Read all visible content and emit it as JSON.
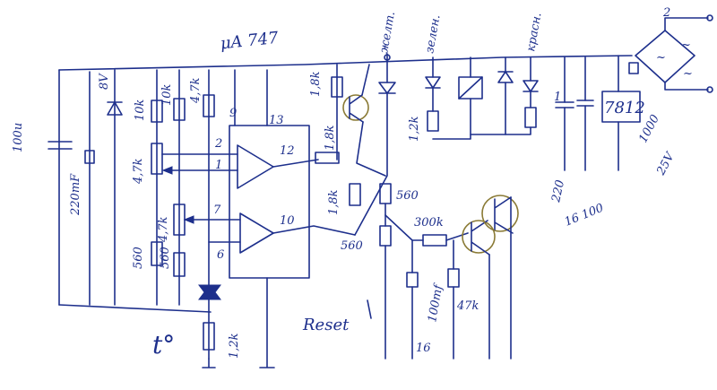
{
  "chip_label": "μA 747",
  "pins": {
    "p9": "9",
    "p13": "13",
    "p12": "12",
    "p2": "2",
    "p1": "1",
    "p7": "7",
    "p10": "10",
    "p6": "6"
  },
  "left_labels": {
    "c_100u": "100u",
    "c_220mf": "220mF",
    "z_8v": "8V",
    "r_10k_a": "10k",
    "r_10k_b": "10k",
    "r_4_7k_a": "4,7k",
    "r_4_7k_b": "4,7k",
    "r_4_7k_c": "4,7k",
    "r_560_a": "560",
    "r_560_b": "560",
    "r_1_2k": "1,2k",
    "temp": "t°"
  },
  "mid_labels": {
    "r_1_8k_a": "1,8k",
    "r_1_8k_b": "1,8k",
    "r_1_8k_c": "1,8k",
    "r_560_c": "560",
    "r_560_d": "560",
    "r_300k": "300k",
    "c_100mf": "100mf",
    "c_16": "16",
    "r_47k": "47k",
    "reset": "Reset"
  },
  "right_labels": {
    "led_white": "желт.",
    "led_green": "зелен.",
    "led_red": "красн.",
    "r_1_2k_b": "1,2k",
    "r_100_a": "100",
    "c_220": "220",
    "c_16_100": "16 100",
    "reg_7812": "7812",
    "c_1000": "1000",
    "c_25v": "25V",
    "bridge_sym": "~",
    "tilde_a": "~",
    "tilde_b": "~",
    "led_idx": "1",
    "two": "2"
  },
  "colors": {
    "ink": "#1d2f8c",
    "highlight": "#8a7a35",
    "background": "#ffffff"
  }
}
